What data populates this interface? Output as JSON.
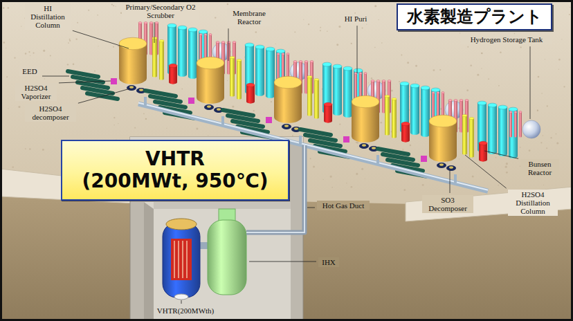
{
  "diagram": {
    "nodes": [
      {
        "text": [
          "水素製造プラント"
        ]
      },
      {
        "text": [
          "VHTR",
          "(200MWt, 950℃)"
        ]
      }
    ],
    "labels": [
      "HI Distillation Column",
      "Primary/Secondary O2 Scrubber",
      "Membrane Reactor",
      "HI Puri",
      "Hydrogen Storage Tank",
      "EED",
      "H2SO4 Vaporizer",
      "H2SO4 decomposer",
      "Bunsen Reactor",
      "SO3 Decomposer",
      "H2SO4 Distillation Column",
      "Hot Gas Duct",
      "IHX",
      "VHTR(200MWth)"
    ]
  }
}
